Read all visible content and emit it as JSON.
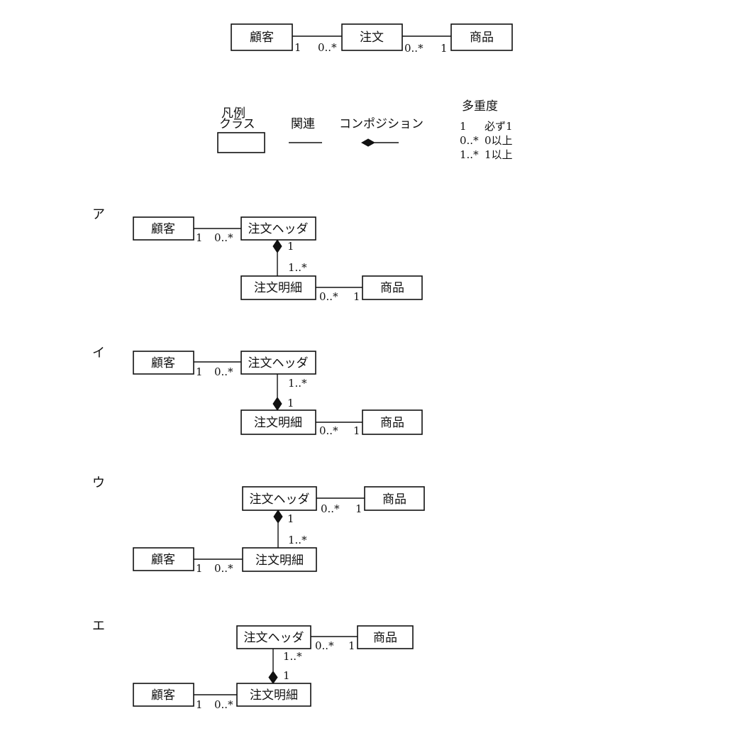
{
  "top": {
    "customer": "顧客",
    "order": "注文",
    "product": "商品",
    "m_customer_order_left": "1",
    "m_customer_order_right": "0..*",
    "m_order_product_left": "0..*",
    "m_order_product_right": "1"
  },
  "legend": {
    "title": "凡例",
    "class_label": "クラス",
    "association_label": "関連",
    "composition_label": "コンポジション",
    "multiplicity_title": "多重度",
    "multiplicity_rows": [
      {
        "notation": "1",
        "meaning": "必ず1"
      },
      {
        "notation": "0..*",
        "meaning": "0以上"
      },
      {
        "notation": "1..*",
        "meaning": "1以上"
      }
    ]
  },
  "options": [
    {
      "label": "ア",
      "customer": "顧客",
      "header": "注文ヘッダ",
      "detail": "注文明細",
      "product": "商品",
      "m_cust": "1",
      "m_cust_other": "0..*",
      "m_comp_header": "1",
      "m_comp_detail": "1..*",
      "m_prod_left": "0..*",
      "m_prod_right": "1"
    },
    {
      "label": "イ",
      "customer": "顧客",
      "header": "注文ヘッダ",
      "detail": "注文明細",
      "product": "商品",
      "m_cust": "1",
      "m_cust_other": "0..*",
      "m_comp_header": "1..*",
      "m_comp_detail": "1",
      "m_prod_left": "0..*",
      "m_prod_right": "1"
    },
    {
      "label": "ウ",
      "customer": "顧客",
      "header": "注文ヘッダ",
      "detail": "注文明細",
      "product": "商品",
      "m_cust": "1",
      "m_cust_other": "0..*",
      "m_comp_header": "1",
      "m_comp_detail": "1..*",
      "m_prod_left": "0..*",
      "m_prod_right": "1"
    },
    {
      "label": "エ",
      "customer": "顧客",
      "header": "注文ヘッダ",
      "detail": "注文明細",
      "product": "商品",
      "m_cust": "1",
      "m_cust_other": "0..*",
      "m_comp_header": "1..*",
      "m_comp_detail": "1",
      "m_prod_left": "0..*",
      "m_prod_right": "1"
    }
  ]
}
